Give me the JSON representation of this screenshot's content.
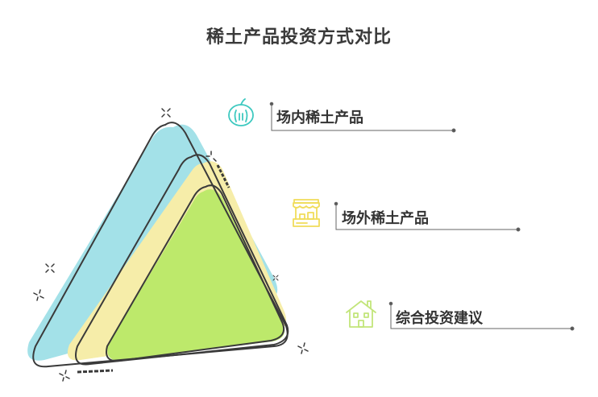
{
  "title": "稀土产品投资方式对比",
  "colors": {
    "layer1": "#a3e1e8",
    "layer2": "#f6eda9",
    "layer3": "#bde96b",
    "outline": "#3a3a3a",
    "icon1": "#3ec9c0",
    "icon2": "#f0dc5a",
    "icon3": "#c2e57a",
    "text": "#333333"
  },
  "items": [
    {
      "label": "场内稀土产品",
      "icon": "pumpkin-icon",
      "color": "#a3e1e8"
    },
    {
      "label": "场外稀土产品",
      "icon": "market-stall-icon",
      "color": "#f6eda9"
    },
    {
      "label": "综合投资建议",
      "icon": "house-icon",
      "color": "#bde96b"
    }
  ]
}
